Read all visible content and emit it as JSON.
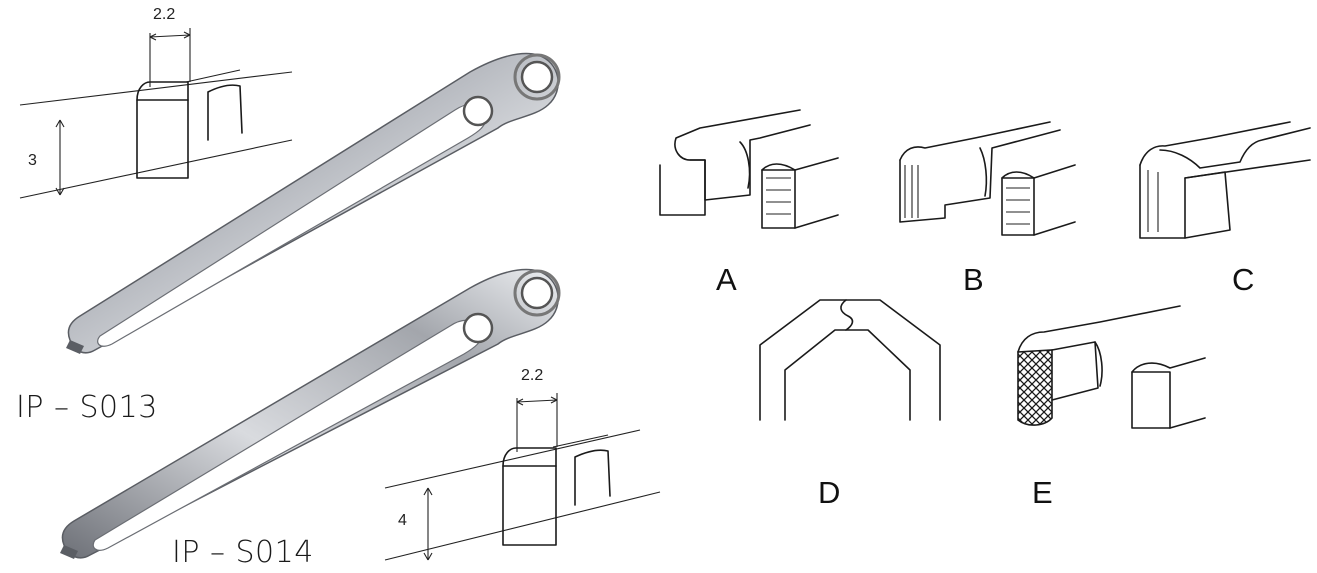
{
  "products": [
    {
      "code": "IP – S013",
      "tip_width": "2.2",
      "tip_height": "3"
    },
    {
      "code": "IP – S014",
      "tip_width": "2.2",
      "tip_height": "4"
    }
  ],
  "jaw_variants": [
    "A",
    "B",
    "C",
    "D",
    "E"
  ],
  "colors": {
    "steel_light": "#e6e7ea",
    "steel_mid": "#a9acb2",
    "steel_dark": "#5b5e64",
    "line": "#1a1a1a"
  }
}
